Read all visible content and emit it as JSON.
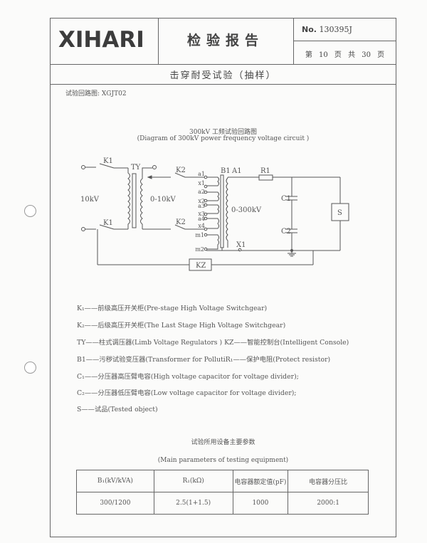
{
  "header": {
    "logo": "XIHARI",
    "title": "检验报告",
    "no_label": "No.",
    "no_value": "130395J",
    "page_info": "第 10 页 共 30 页"
  },
  "section_title": "击穿耐受试验（抽样）",
  "circuit_ref": "试验回路图: XGJT02",
  "diagram": {
    "title_cn": "300kV 工频试验回路图",
    "title_en": "(Diagram of 300kV power frequency voltage circuit )",
    "labels": {
      "k1a": "K1",
      "k1b": "K1",
      "ty": "TY",
      "k2a": "K2",
      "k2b": "K2",
      "v10": "10kV",
      "v010": "0-10kV",
      "b1": "B1",
      "a1cap": "A1",
      "r1": "R1",
      "c1": "C1",
      "c2": "C2",
      "s": "S",
      "v300": "0-300kV",
      "x1cap": "X1",
      "kz": "KZ",
      "taps": [
        "a1",
        "x1",
        "a2",
        "x2",
        "a3",
        "x3",
        "a4",
        "x4",
        "m1",
        "m2"
      ]
    }
  },
  "legend": [
    "K₁——前级高压开关柜(Pre-stage High Voltage Switchgear)",
    "K₂——后级高压开关柜(The Last Stage High Voltage Switchgear)",
    "TY——柱式调压器(Limb Voltage Regulators )   KZ——智能控制台(Intelligent Console)",
    "B1——污秽试验变压器(Transformer for PollutiR₁——保护电阻(Protect resistor)",
    "C₁——分压器高压臂电容(High voltage capacitor for voltage divider);",
    "C₂——分压器低压臂电容(Low voltage capacitor for voltage divider);",
    "S——试品(Tested object)"
  ],
  "params": {
    "title_cn": "试验所用设备主要参数",
    "title_en": "(Main parameters of testing equipment)",
    "headers": [
      "B₁(kV/kVA)",
      "R₁(kΩ)",
      "电容器额定值(pF)",
      "电容器分压比"
    ],
    "row": [
      "300/1200",
      "2.5(1+1.5)",
      "1000",
      "2000:1"
    ]
  }
}
